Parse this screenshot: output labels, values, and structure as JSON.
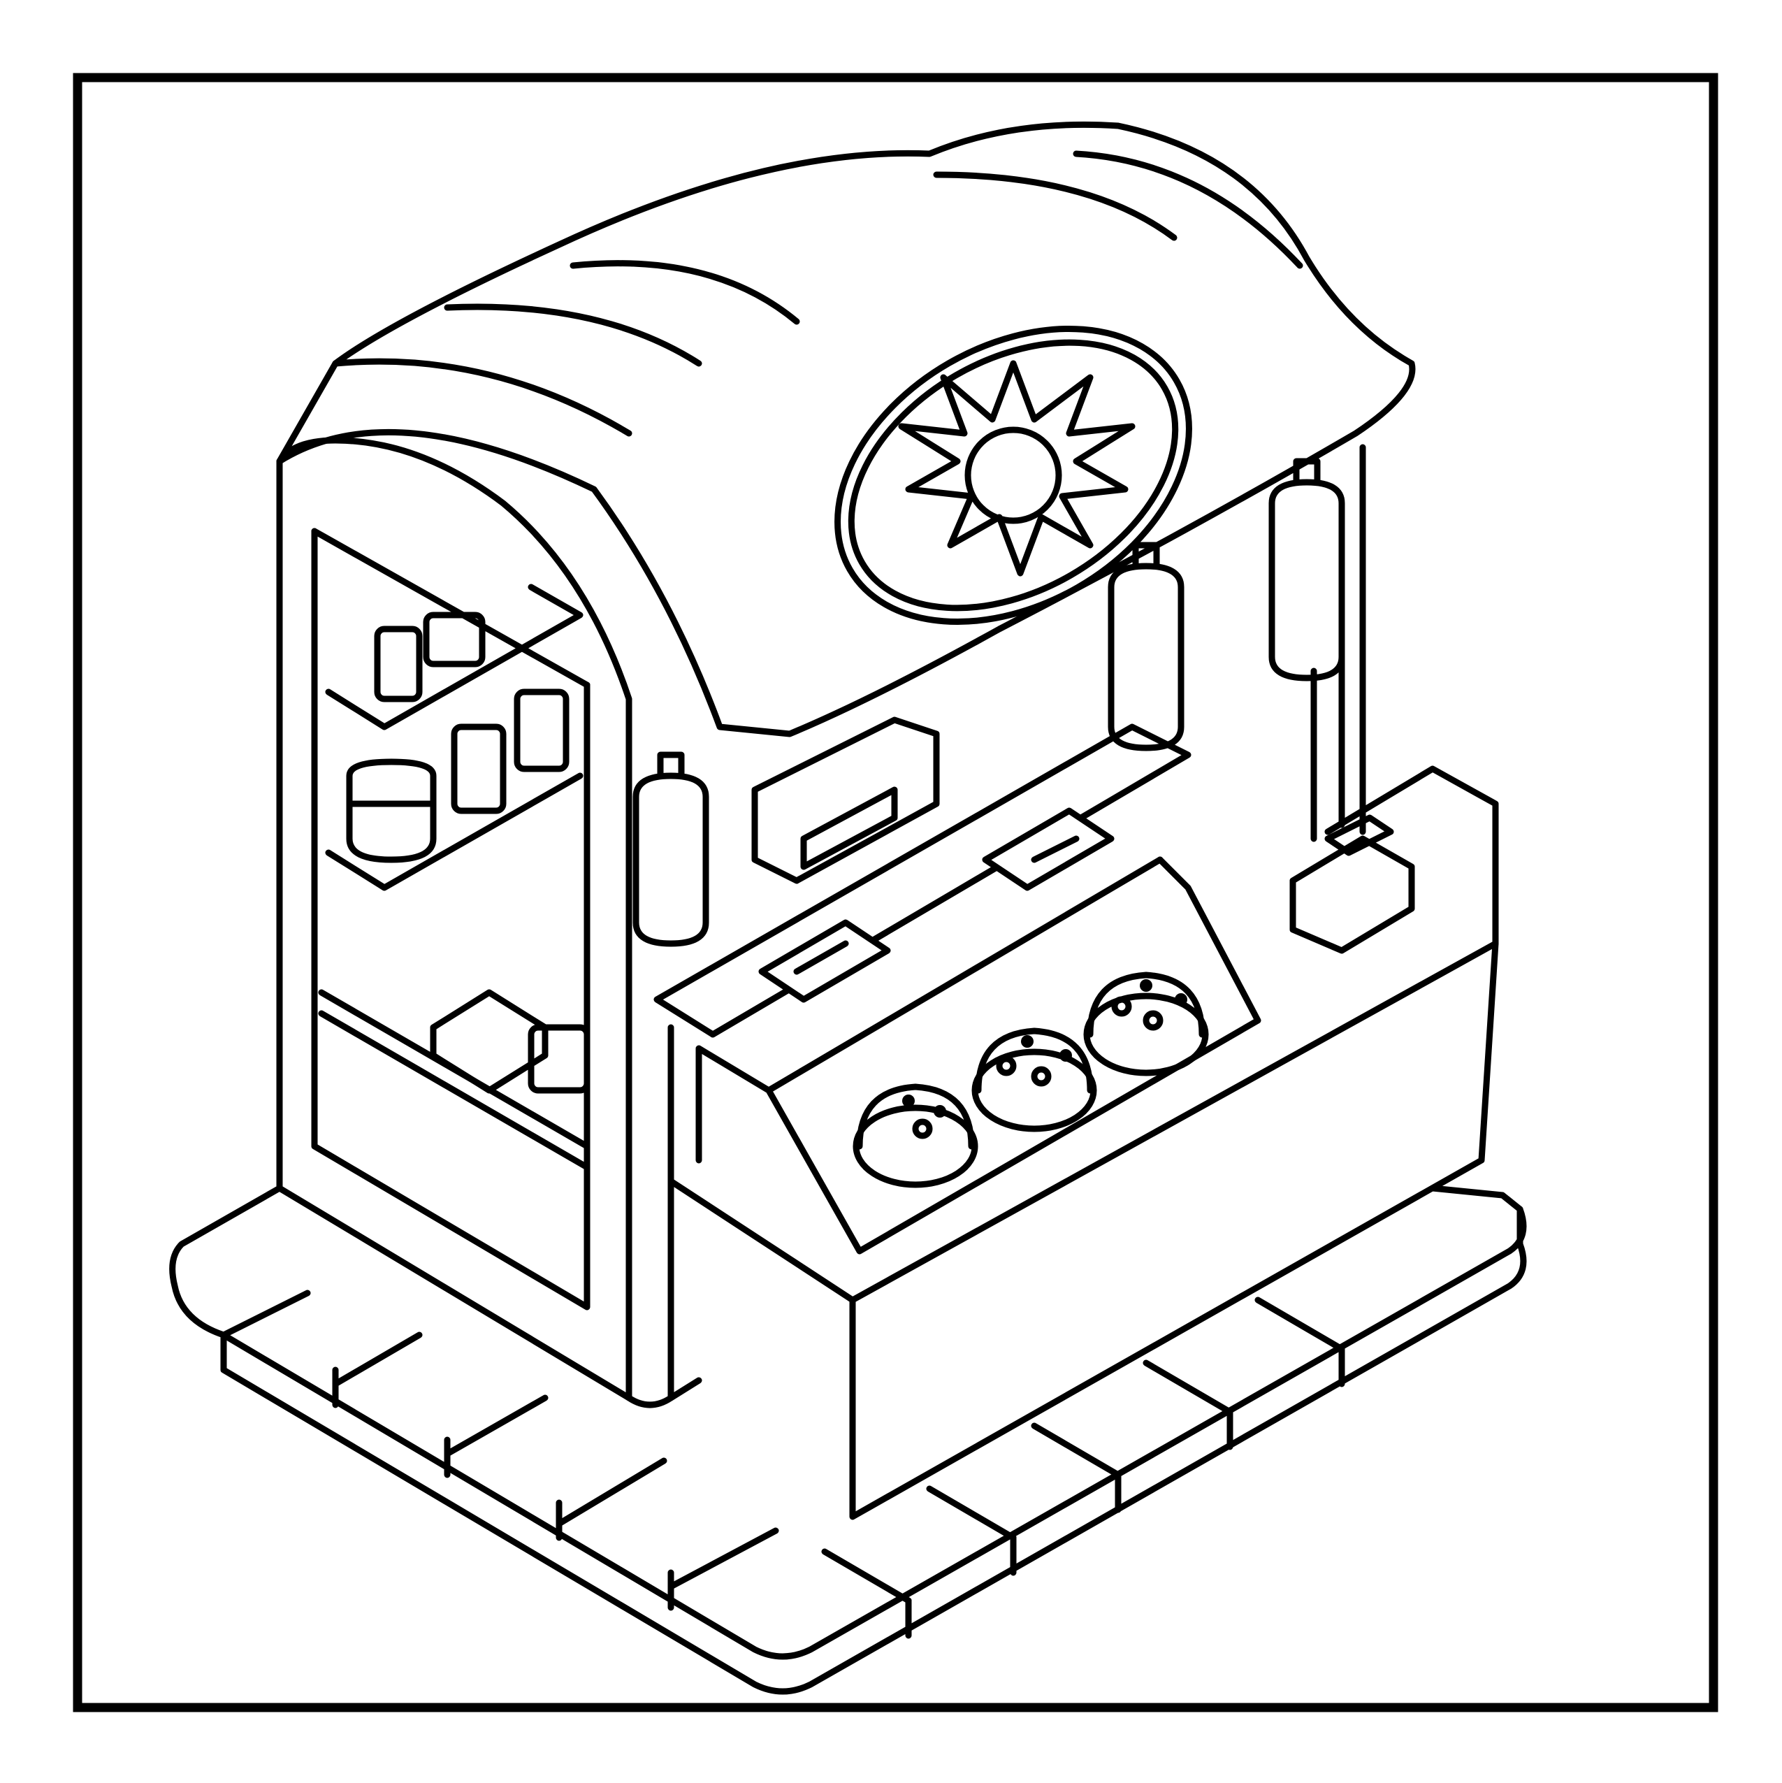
{
  "page": {
    "background": "#ffffff",
    "ink": "#000000"
  },
  "illustration": {
    "style": "black-and-white line-art coloring page",
    "subject_icons": [
      "bakery-kiosk-icon",
      "sun-sign-icon",
      "muffin-icon",
      "jar-icon",
      "squeeze-bottle-icon",
      "cash-register-icon"
    ],
    "muffin_count": 3,
    "hanging_bottle_count": 3
  }
}
